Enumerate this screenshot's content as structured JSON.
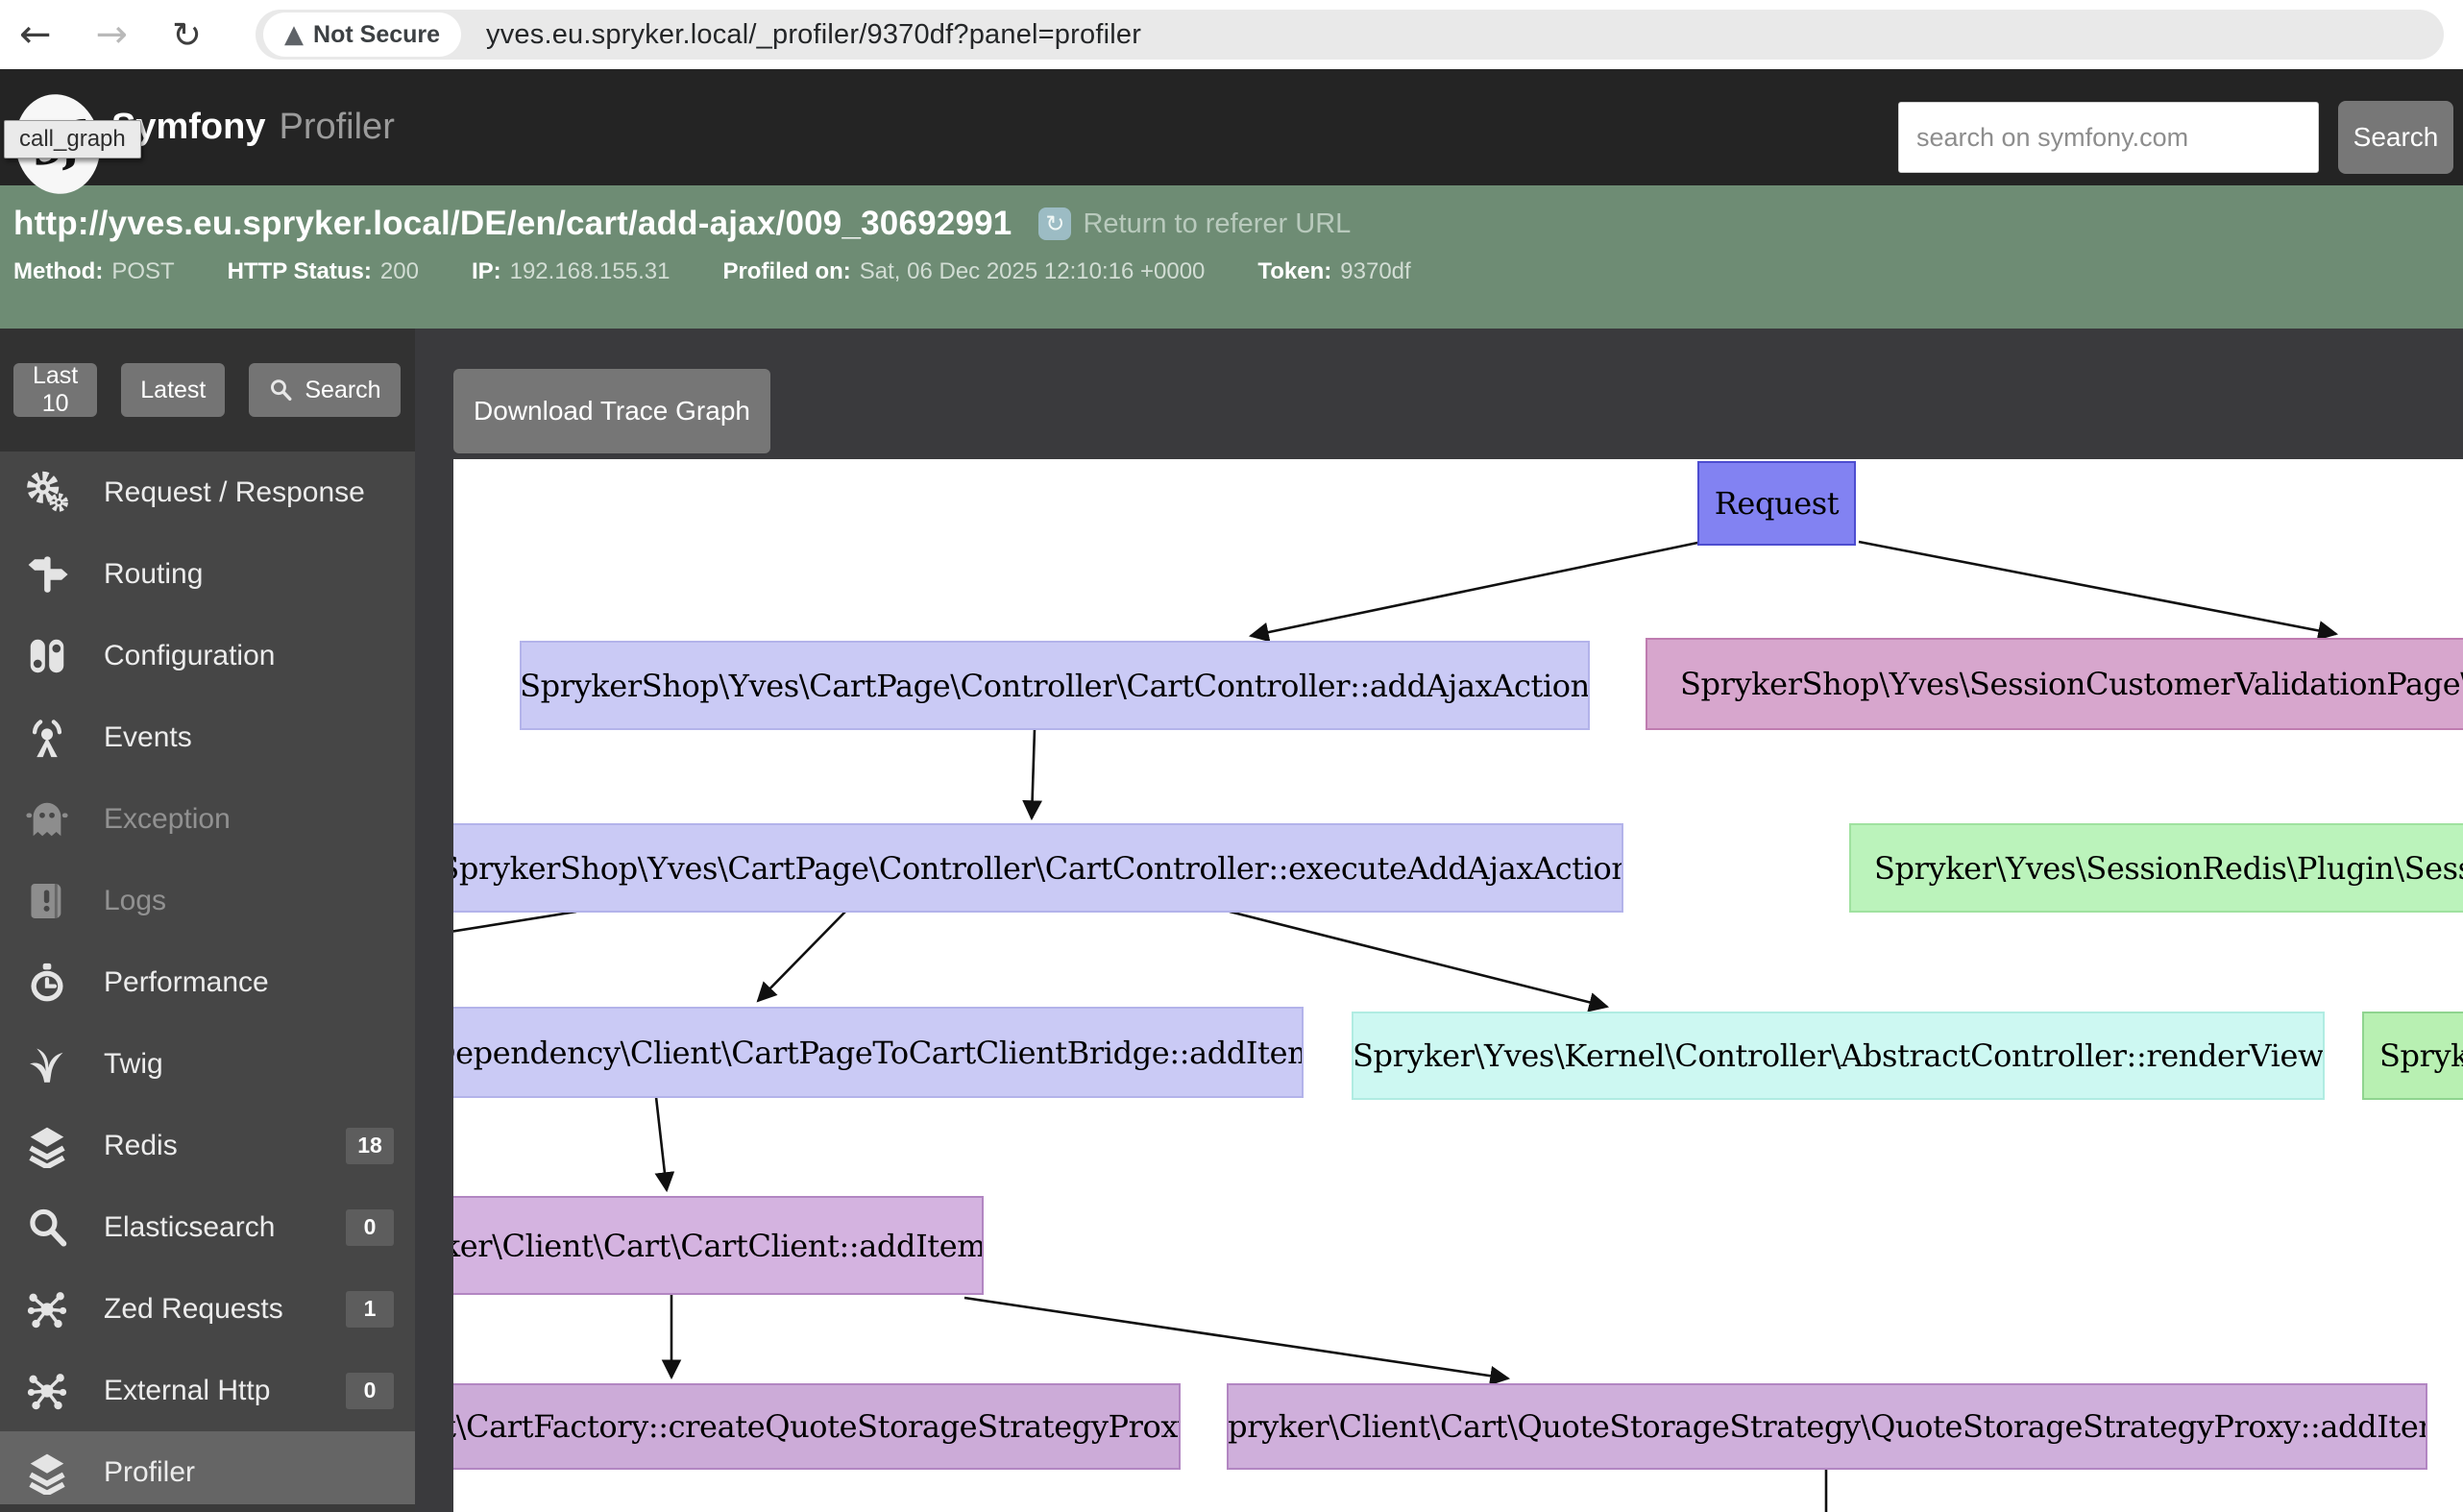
{
  "browser": {
    "security_chip": "Not Secure",
    "url": "yves.eu.spryker.local/_profiler/9370df?panel=profiler"
  },
  "header": {
    "brand": "Symfony",
    "brand_suffix": "Profiler",
    "tooltip": "call_graph",
    "search_placeholder": "search on symfony.com",
    "search_button": "Search"
  },
  "request_bar": {
    "url": "http://yves.eu.spryker.local/DE/en/cart/add-ajax/009_30692991",
    "referer_link": "Return to referer URL",
    "meta": [
      {
        "label": "Method:",
        "value": "POST"
      },
      {
        "label": "HTTP Status:",
        "value": "200"
      },
      {
        "label": "IP:",
        "value": "192.168.155.31"
      },
      {
        "label": "Profiled on:",
        "value": "Sat, 06 Dec 2025 12:10:16 +0000"
      },
      {
        "label": "Token:",
        "value": "9370df"
      }
    ]
  },
  "sidebar": {
    "buttons": [
      {
        "label": "Last 10"
      },
      {
        "label": "Latest"
      },
      {
        "label": "Search",
        "icon": "magnifier-icon"
      }
    ],
    "items": [
      {
        "label": "Request / Response",
        "icon": "gears-icon"
      },
      {
        "label": "Routing",
        "icon": "signpost-icon"
      },
      {
        "label": "Configuration",
        "icon": "toggles-icon"
      },
      {
        "label": "Events",
        "icon": "broadcast-icon"
      },
      {
        "label": "Exception",
        "icon": "ghost-icon",
        "disabled": true
      },
      {
        "label": "Logs",
        "icon": "log-book-icon",
        "disabled": true
      },
      {
        "label": "Performance",
        "icon": "stopwatch-icon"
      },
      {
        "label": "Twig",
        "icon": "twig-icon"
      },
      {
        "label": "Redis",
        "icon": "layers-icon",
        "badge": "18"
      },
      {
        "label": "Elasticsearch",
        "icon": "magnifier-icon",
        "badge": "0"
      },
      {
        "label": "Zed Requests",
        "icon": "network-icon",
        "badge": "1"
      },
      {
        "label": "External Http",
        "icon": "network-icon",
        "badge": "0"
      },
      {
        "label": "Profiler",
        "icon": "layers-icon",
        "selected": true
      }
    ]
  },
  "toolbar": {
    "download_button": "Download Trace Graph"
  },
  "call_graph": {
    "nodes": [
      {
        "id": "request",
        "label": "Request",
        "fill": "#8282f2",
        "border": "#4d4dd0"
      },
      {
        "id": "add_ajax_action",
        "label": "SprykerShop\\Yves\\CartPage\\Controller\\CartController::addAjaxAction",
        "fill": "#cacaf5",
        "border": "#b3b3ea"
      },
      {
        "id": "session_customer_validation",
        "label": "SprykerShop\\Yves\\SessionCustomerValidationPage\\Fi",
        "fill": "#d7a6cd",
        "border": "#bf7cb0"
      },
      {
        "id": "execute_add_ajax_action",
        "label": "SprykerShop\\Yves\\CartPage\\Controller\\CartController::executeAddAjaxAction",
        "fill": "#cacaf5",
        "border": "#b3b3ea"
      },
      {
        "id": "session_redis_plugin",
        "label": "Spryker\\Yves\\SessionRedis\\Plugin\\Sessi",
        "fill": "#bbf3bb",
        "border": "#a0e2a0"
      },
      {
        "id": "cart_page_to_cart_client_bridge",
        "label": "Dependency\\Client\\CartPageToCartClientBridge::addItem",
        "fill": "#cacaf5",
        "border": "#b3b3ea"
      },
      {
        "id": "abstract_controller_render_view",
        "label": "Spryker\\Yves\\Kernel\\Controller\\AbstractController::renderView",
        "fill": "#cdf8f2",
        "border": "#b0ece2"
      },
      {
        "id": "green_partial",
        "label": "Spryk",
        "fill": "#b8f0b2",
        "border": "#8fd48f"
      },
      {
        "id": "cart_client_add_item",
        "label": "ker\\Client\\Cart\\CartClient::addItem",
        "fill": "#d4b3e0",
        "border": "#b286c2"
      },
      {
        "id": "create_quote_storage_strategy_proxy",
        "label": "rt\\CartFactory::createQuoteStorageStrategyProxy",
        "fill": "#ccabd8",
        "border": "#b286c2"
      },
      {
        "id": "quote_storage_strategy_proxy_add_item",
        "label": "Spryker\\Client\\Cart\\QuoteStorageStrategy\\QuoteStorageStrategyProxy::addItem",
        "fill": "#cfafdb",
        "border": "#b286c2"
      }
    ]
  }
}
